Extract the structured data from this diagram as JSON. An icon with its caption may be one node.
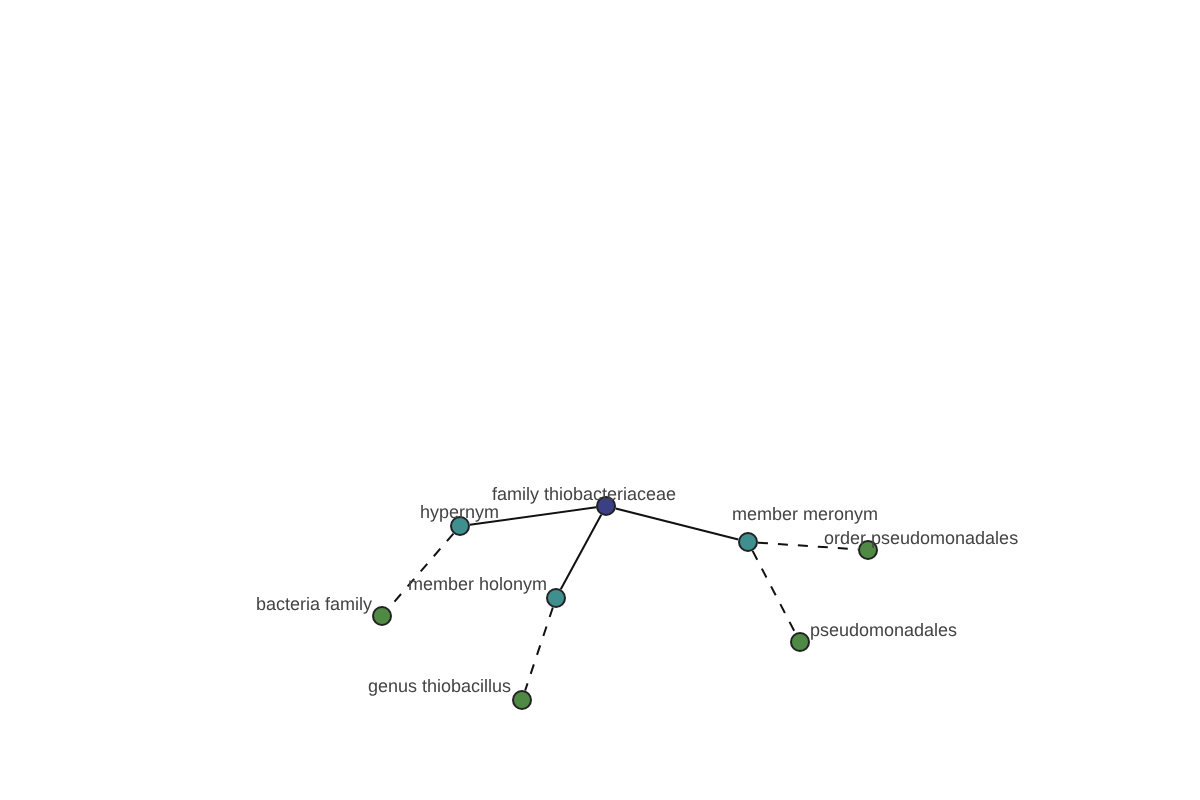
{
  "diagram": {
    "nodes": [
      {
        "text": [],
        "shape": "circle",
        "beside": [
          "family thiobacteriaceae"
        ]
      },
      {
        "text": [],
        "shape": "circle",
        "beside": [
          "hypernym"
        ]
      },
      {
        "text": [],
        "shape": "circle",
        "beside": [
          "member holonym"
        ]
      },
      {
        "text": [],
        "shape": "circle",
        "beside": [
          "member meronym"
        ]
      },
      {
        "text": [],
        "shape": "circle",
        "beside": [
          "bacteria family"
        ]
      },
      {
        "text": [],
        "shape": "circle",
        "beside": [
          "genus thiobacillus"
        ]
      },
      {
        "text": [],
        "shape": "circle",
        "beside": [
          "order pseudomonadales"
        ]
      },
      {
        "text": [],
        "shape": "circle",
        "beside": [
          "pseudomonadales"
        ]
      }
    ],
    "edges": [
      {
        "from": 0,
        "to": 1,
        "arrow": "none"
      },
      {
        "from": 0,
        "to": 2,
        "arrow": "none"
      },
      {
        "from": 0,
        "to": 3,
        "arrow": "none"
      },
      {
        "from": 1,
        "to": 4,
        "arrow": "none",
        "style": "dashed"
      },
      {
        "from": 2,
        "to": 5,
        "arrow": "none",
        "style": "dashed"
      },
      {
        "from": 3,
        "to": 6,
        "arrow": "none",
        "style": "dashed"
      },
      {
        "from": 3,
        "to": 7,
        "arrow": "none",
        "style": "dashed"
      }
    ]
  }
}
